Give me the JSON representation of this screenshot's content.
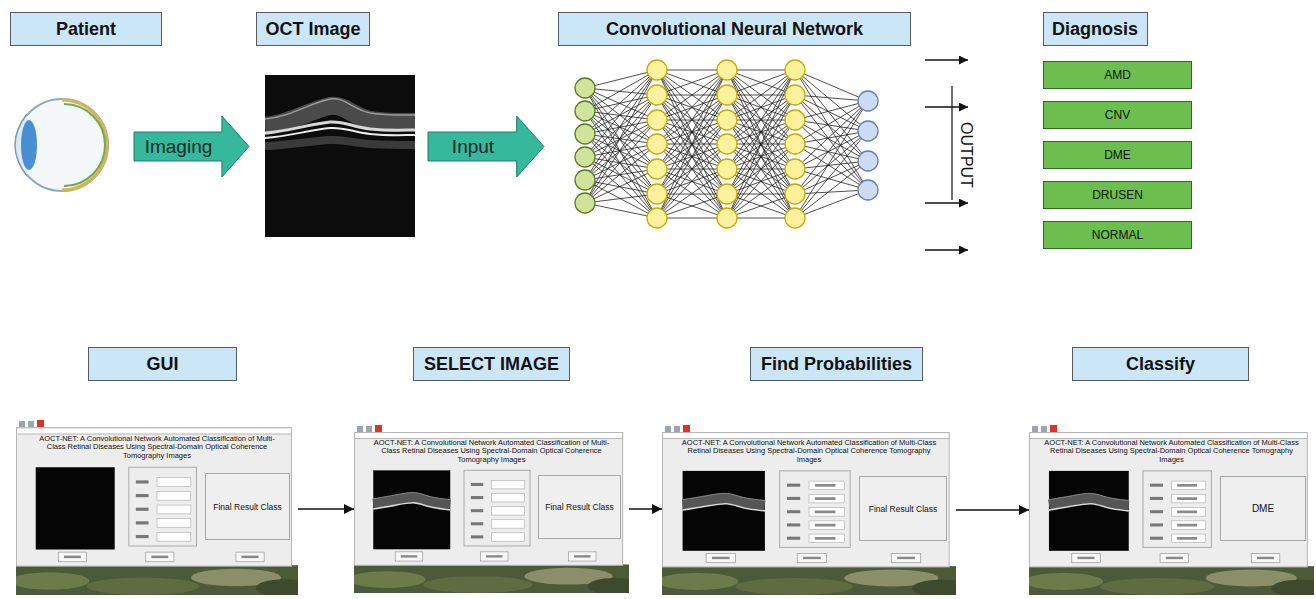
{
  "diagram": {
    "nodes": [
      {
        "text": [
          "Patient"
        ]
      },
      {
        "text": [
          "OCT Image"
        ]
      },
      {
        "text": [
          "Convolutional Neural Network"
        ]
      },
      {
        "text": [
          "Diagnosis"
        ]
      },
      {
        "text": [
          "Imaging"
        ]
      },
      {
        "text": [
          "Input"
        ]
      },
      {
        "text": [
          "AMD"
        ]
      },
      {
        "text": [
          "CNV"
        ]
      },
      {
        "text": [
          "DME"
        ]
      },
      {
        "text": [
          "DRUSEN"
        ]
      },
      {
        "text": [
          "NORMAL"
        ]
      },
      {
        "text": [
          "GUI"
        ]
      },
      {
        "text": [
          "SELECT IMAGE"
        ]
      },
      {
        "text": [
          "Find Probabilities"
        ]
      },
      {
        "text": [
          "Classify"
        ]
      },
      {
        "text": [
          "AOCT-NET: A Convolutional Network Automated Classification of Multi-Class Retinal Diseases Using Spectral-Domain Optical Coherence Tomography Images"
        ]
      },
      {
        "text": [
          "Final Result Class"
        ],
        "in": 15
      },
      {
        "text": [
          "AOCT-NET: A Convolutional Network Automated Classification of Multi-Class Retinal Diseases Using Spectral-Domain Optical Coherence Tomography Images"
        ]
      },
      {
        "text": [
          "Final Result Class"
        ],
        "in": 17
      },
      {
        "text": [
          "AOCT-NET: A Convolutional Network Automated Classification of Multi-Class Retinal Diseases Using Spectral-Domain Optical Coherence Tomography Images"
        ]
      },
      {
        "text": [
          "Final Result Class"
        ],
        "in": 19
      },
      {
        "text": [
          "AOCT-NET: A Convolutional Network Automated Classification of Multi-Class Retinal Diseases Using Spectral-Domain Optical Coherence Tomography Images"
        ]
      },
      {
        "text": [
          "DME"
        ],
        "in": 21
      }
    ],
    "edges": [
      {
        "from": 15,
        "to": 17,
        "arrow": "to"
      },
      {
        "from": 17,
        "to": 19,
        "arrow": "to"
      },
      {
        "from": 19,
        "to": 21,
        "arrow": "to"
      }
    ],
    "labels": [
      "OUTPUT"
    ]
  }
}
